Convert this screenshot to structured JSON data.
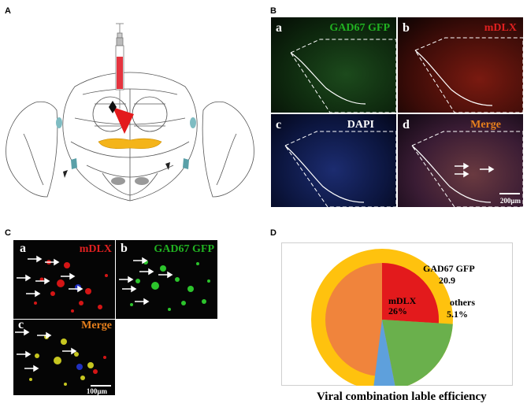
{
  "panels": {
    "A": {
      "label": "A"
    },
    "B": {
      "label": "B",
      "subpanels": [
        {
          "letter": "a",
          "stain": "GAD67 GFP",
          "color": "#21b221"
        },
        {
          "letter": "b",
          "stain": "mDLX",
          "color": "#e02020"
        },
        {
          "letter": "c",
          "stain": "DAPI",
          "color": "#ffffff"
        },
        {
          "letter": "d",
          "stain": "Merge",
          "color": "#e8801c"
        }
      ],
      "scale_bar": "200μm"
    },
    "C": {
      "label": "C",
      "subpanels": [
        {
          "letter": "a",
          "stain": "mDLX",
          "color": "#e02020"
        },
        {
          "letter": "b",
          "stain": "GAD67 GFP",
          "color": "#21b221"
        },
        {
          "letter": "c",
          "stain": "Merge",
          "color": "#e8801c"
        }
      ],
      "scale_bar": "100μm"
    },
    "D": {
      "label": "D",
      "caption": "Viral combination lable efficiency"
    }
  },
  "chart_data": {
    "type": "pie",
    "title": "Viral combination lable efficiency",
    "outer_ring_color": "#ffc20e",
    "inner_disk_color": "#f0843c",
    "slices": [
      {
        "label": "mDLX",
        "value_text": "26%",
        "value": 26,
        "color": "#e31a1c"
      },
      {
        "label": "GAD67 GFP",
        "value_text": "20.9",
        "value": 20.9,
        "color": "#6ab04c"
      },
      {
        "label": "others",
        "value_text": "5.1%",
        "value": 5.1,
        "color": "#5ea0dc"
      }
    ]
  }
}
